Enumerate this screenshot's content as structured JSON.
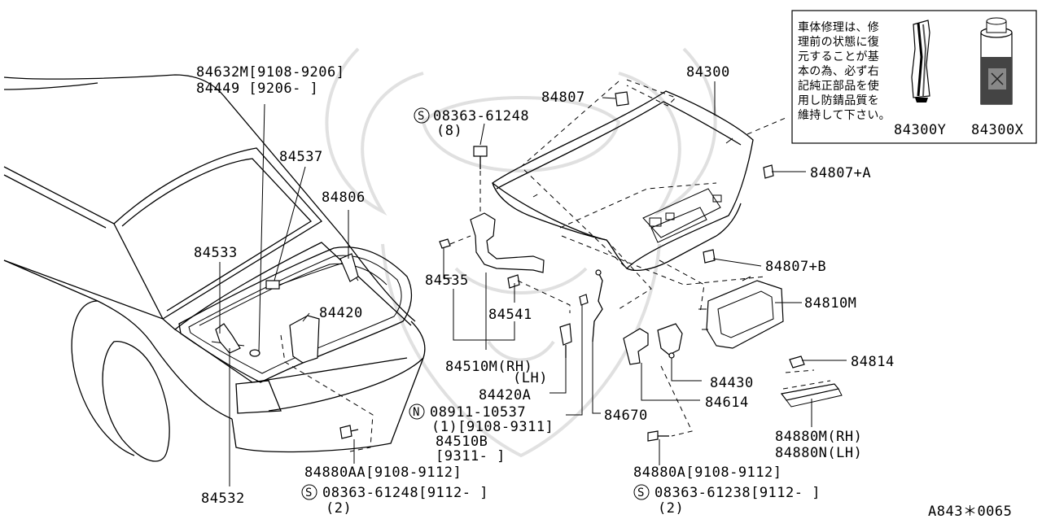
{
  "diagram": {
    "notice_lines": [
      "車体修理は、修",
      "理前の状態に復",
      "元することが基",
      "本の為、必ず右",
      "記純正部品を使",
      "用し防錆品質を",
      "維持して下さい。"
    ],
    "notice_parts": [
      "84300Y",
      "84300X"
    ],
    "footer_code": "A843＊0065",
    "callouts": {
      "p84632M": "84632M[9108-9206]",
      "p84449": "84449 [9206-   ]",
      "p84537": "84537",
      "p84806": "84806",
      "p84533": "84533",
      "p84420": "84420",
      "p84532": "84532",
      "p84880AA": "84880AA[9108-9112]",
      "s08363_61248_b": "08363-61248[9112-   ]",
      "s08363_61248_b_qty": "(2)",
      "p84807": "84807",
      "s08363_61248": "08363-61248",
      "s08363_61248_qty": "(8)",
      "p84535": "84535",
      "p84541": "84541",
      "p84510M": "84510M(RH)",
      "p84510M_lh": "(LH)",
      "p84420A": "84420A",
      "n08911_10537": "08911-10537",
      "n08911_qty": "(1)[9108-9311]",
      "p84510B": "84510B",
      "p84510B_date": "[9311-     ]",
      "p84300": "84300",
      "p84807A": "84807+A",
      "p84807B": "84807+B",
      "p84810M": "84810M",
      "p84814": "84814",
      "p84430": "84430",
      "p84614": "84614",
      "p84670": "84670",
      "p84880M": "84880M(RH)",
      "p84880N": "84880N(LH)",
      "p84880A": "84880A[9108-9112]",
      "s08363_61238": "08363-61238[9112-   ]",
      "s08363_61238_qty": "(2)"
    },
    "symbols": {
      "s": "S",
      "n": "N"
    }
  }
}
